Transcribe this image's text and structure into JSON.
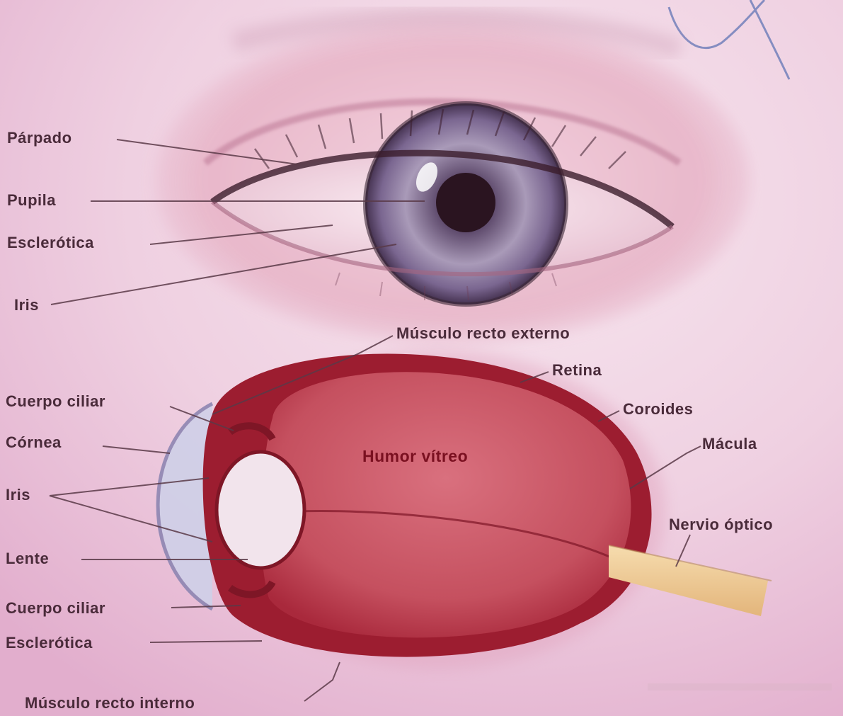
{
  "colors": {
    "background": "#f1d6e6",
    "skin": "#e7b3c6",
    "iris": "#7d6a8e",
    "pupil": "#2a1420",
    "sclera": "#f6e2ec",
    "eyeball_wall": "#9c1d30",
    "vitreous": "#cf5d6e",
    "optic_nerve": "#f2c98c",
    "label_text": "#4a2b3a",
    "leader_line": "#5a3a48"
  },
  "external_eye": {
    "labels": {
      "eyelid": "Párpado",
      "pupil": "Pupila",
      "sclera": "Esclerótica",
      "iris": "Iris"
    }
  },
  "cross_section": {
    "labels": {
      "lateral_rectus": "Músculo recto externo",
      "retina": "Retina",
      "choroid": "Coroides",
      "macula": "Mácula",
      "optic_nerve": "Nervio óptico",
      "ciliary_body_top": "Cuerpo ciliar",
      "cornea": "Córnea",
      "iris": "Iris",
      "lens": "Lente",
      "ciliary_body_bottom": "Cuerpo ciliar",
      "sclera": "Esclerótica",
      "medial_rectus": "Músculo recto interno",
      "vitreous_humor": "Humor vítreo"
    }
  }
}
